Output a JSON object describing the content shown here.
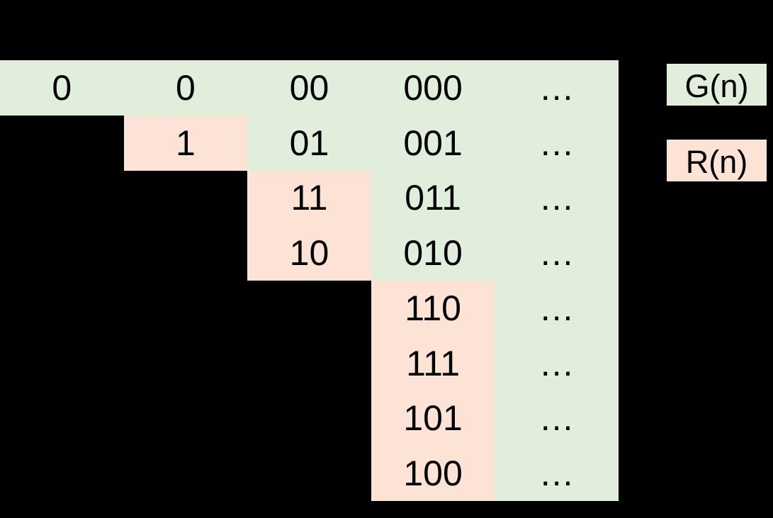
{
  "colors": {
    "background": "#000000",
    "green": "#E1EEDB",
    "pink": "#FCE3D6",
    "text": "#000000"
  },
  "table": {
    "rows": [
      {
        "cells": [
          {
            "text": "0",
            "fill": "green"
          },
          {
            "text": "0",
            "fill": "green"
          },
          {
            "text": "00",
            "fill": "green"
          },
          {
            "text": "000",
            "fill": "green"
          },
          {
            "text": "…",
            "fill": "green"
          }
        ]
      },
      {
        "cells": [
          {
            "text": "",
            "fill": "none"
          },
          {
            "text": "1",
            "fill": "pink"
          },
          {
            "text": "01",
            "fill": "green"
          },
          {
            "text": "001",
            "fill": "green"
          },
          {
            "text": "…",
            "fill": "green"
          }
        ]
      },
      {
        "cells": [
          {
            "text": "",
            "fill": "none"
          },
          {
            "text": "",
            "fill": "none"
          },
          {
            "text": "11",
            "fill": "pink"
          },
          {
            "text": "011",
            "fill": "green"
          },
          {
            "text": "…",
            "fill": "green"
          }
        ]
      },
      {
        "cells": [
          {
            "text": "",
            "fill": "none"
          },
          {
            "text": "",
            "fill": "none"
          },
          {
            "text": "10",
            "fill": "pink"
          },
          {
            "text": "010",
            "fill": "green"
          },
          {
            "text": "…",
            "fill": "green"
          }
        ]
      },
      {
        "cells": [
          {
            "text": "",
            "fill": "none"
          },
          {
            "text": "",
            "fill": "none"
          },
          {
            "text": "",
            "fill": "none"
          },
          {
            "text": "110",
            "fill": "pink"
          },
          {
            "text": "…",
            "fill": "green"
          }
        ]
      },
      {
        "cells": [
          {
            "text": "",
            "fill": "none"
          },
          {
            "text": "",
            "fill": "none"
          },
          {
            "text": "",
            "fill": "none"
          },
          {
            "text": "111",
            "fill": "pink"
          },
          {
            "text": "…",
            "fill": "green"
          }
        ]
      },
      {
        "cells": [
          {
            "text": "",
            "fill": "none"
          },
          {
            "text": "",
            "fill": "none"
          },
          {
            "text": "",
            "fill": "none"
          },
          {
            "text": "101",
            "fill": "pink"
          },
          {
            "text": "…",
            "fill": "green"
          }
        ]
      },
      {
        "cells": [
          {
            "text": "",
            "fill": "none"
          },
          {
            "text": "",
            "fill": "none"
          },
          {
            "text": "",
            "fill": "none"
          },
          {
            "text": "100",
            "fill": "pink"
          },
          {
            "text": "…",
            "fill": "green"
          }
        ]
      }
    ]
  },
  "legend": {
    "items": [
      {
        "label": "G(n)",
        "fill": "green"
      },
      {
        "label": "R(n)",
        "fill": "pink"
      }
    ]
  }
}
